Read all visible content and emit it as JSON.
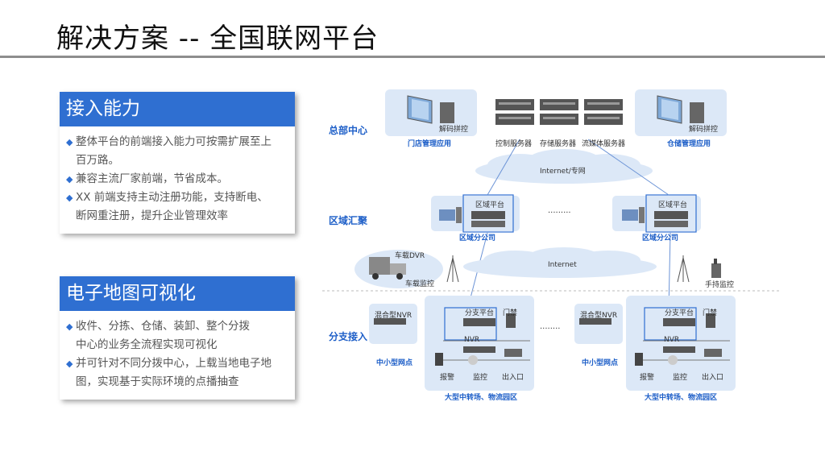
{
  "title": "解决方案 -- 全国联网平台",
  "cards": [
    {
      "heading": "接入能力",
      "bullets": [
        [
          "整体平台的前端接入能力可按需扩展至上",
          "百万路。"
        ],
        [
          "兼容主流厂家前端，节省成本。"
        ],
        [
          "XX 前端支持主动注册功能，支持断电、",
          "断网重注册，提升企业管理效率"
        ]
      ]
    },
    {
      "heading": "电子地图可视化",
      "bullets": [
        [
          "收件、分拣、仓储、装卸、整个分拨",
          " 中心的业务全流程实现可视化"
        ],
        [
          "并可针对不同分拨中心，上载当地电子地",
          "图，实现基于实际环境的点播抽查"
        ]
      ]
    }
  ],
  "diagram": {
    "tiers": {
      "hq": "总部中心",
      "region": "区域汇聚",
      "branch": "分支接入"
    },
    "hq": {
      "left_box": {
        "device": "解码拼控",
        "caption": "门店管理应用"
      },
      "servers": [
        "控制服务器",
        "存储服务器",
        "流媒体服务器"
      ],
      "right_box": {
        "device": "解码拼控",
        "caption": "仓储管理应用"
      }
    },
    "cloud_top": "Internet/专网",
    "regions": [
      {
        "platform": "区域平台",
        "caption": "区域分公司"
      },
      {
        "platform": "区域平台",
        "caption": "区域分公司"
      }
    ],
    "ellipsis": "·········",
    "mobile": {
      "dvr": "车载DVR",
      "monitor": "车载监控",
      "handheld": "手持监控"
    },
    "cloud_mid": "Internet",
    "branches": [
      {
        "small_nvr": "混合型NVR",
        "small_caption": "中小型网点",
        "platform": "分支平台",
        "door": "门禁",
        "nvr": "NVR",
        "alarm": "报警",
        "monitor": "监控",
        "gate": "出入口",
        "caption": "大型中转场、物流园区"
      },
      {
        "small_nvr": "混合型NVR",
        "small_caption": "中小型网点",
        "platform": "分支平台",
        "door": "门禁",
        "nvr": "NVR",
        "alarm": "报警",
        "monitor": "监控",
        "gate": "出入口",
        "caption": "大型中转场、物流园区"
      }
    ],
    "branch_ellipsis": "········"
  }
}
